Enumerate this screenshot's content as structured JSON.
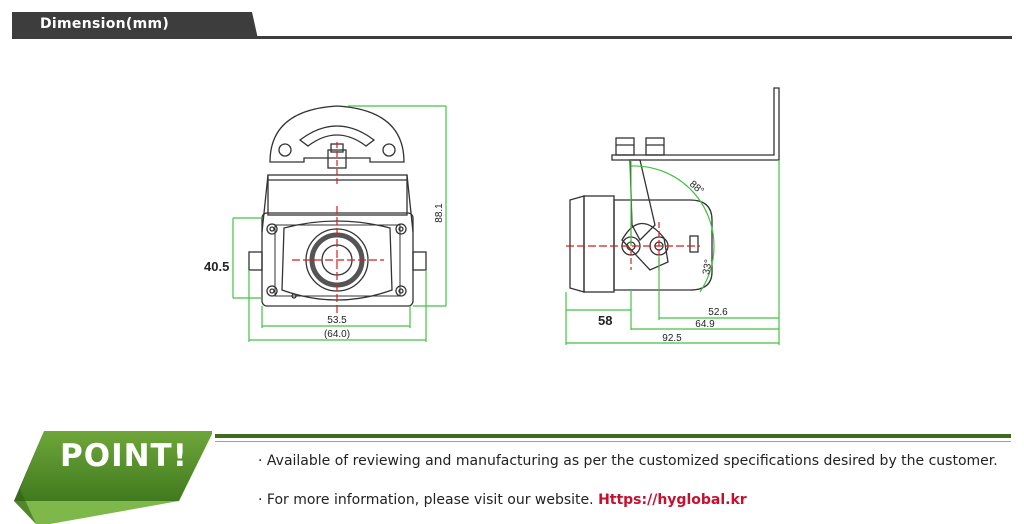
{
  "header": {
    "title": "Dimension(mm)"
  },
  "front_view": {
    "dim_height": "88.1",
    "dim_side": "40.5",
    "dim_width_inner": "53.5",
    "dim_width_outer": "(64.0)"
  },
  "side_view": {
    "angle_top": "88°",
    "angle_bottom": "33°",
    "dim_a": "52.6",
    "dim_b": "64.9",
    "dim_c": "92.5",
    "dim_d": "58"
  },
  "point": {
    "label": "POINT!",
    "line1": "· Available of reviewing and manufacturing as per the customized specifications desired by the customer.",
    "line2_prefix": "· For more information, please visit our website.",
    "url": "Https://hyglobal.kr"
  },
  "colors": {
    "dimension": "#44c244",
    "center": "#d42020",
    "accent": "#3f6b1f",
    "url": "#c8102e"
  }
}
